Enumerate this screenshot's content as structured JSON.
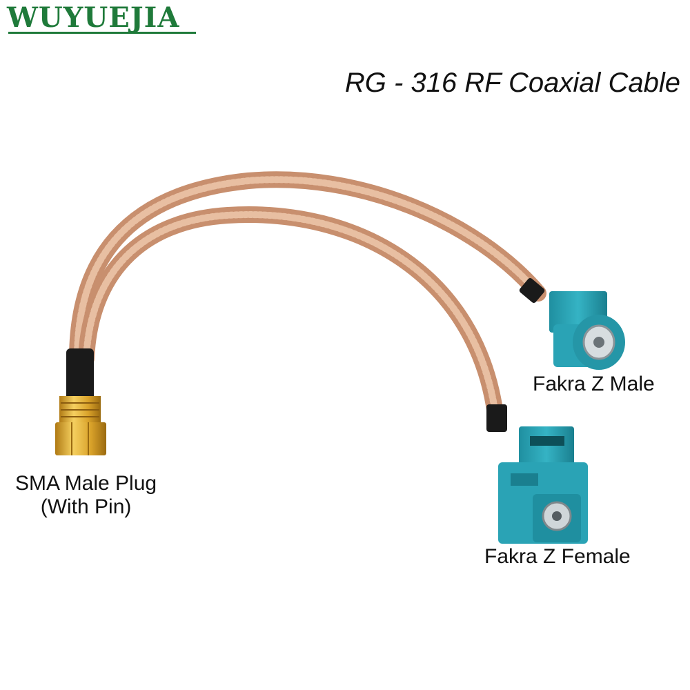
{
  "brand": {
    "name": "WUYUEJIA",
    "color": "#1f7a3a"
  },
  "heading": "RG - 316 RF Coaxial Cable",
  "labels": {
    "fakra_male": "Fakra Z Male",
    "sma_line1": "SMA Male Plug",
    "sma_line2": "(With Pin)",
    "fakra_female": "Fakra Z Female"
  },
  "colors": {
    "cable": "#d9a585",
    "connector_fakra": "#2aa3b5",
    "connector_sma": "#e3b030",
    "boot": "#1a1a1a"
  }
}
